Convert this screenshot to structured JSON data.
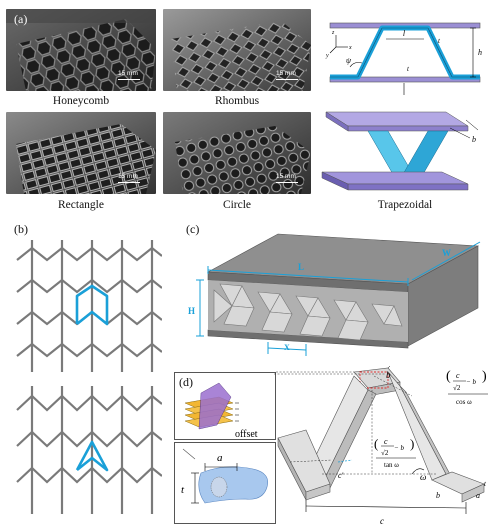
{
  "panels": {
    "a": "(a)",
    "b": "(b)",
    "c": "(c)",
    "d": "(d)"
  },
  "photos": [
    {
      "caption": "Honeycomb",
      "scale": "15 mm"
    },
    {
      "caption": "Rhombus",
      "scale": "15 mm"
    },
    {
      "caption": "Rectangle",
      "scale": "15 mm"
    },
    {
      "caption": "Circle",
      "scale": "15 mm"
    }
  ],
  "trapezoid": {
    "caption": "Trapezoidal",
    "labels": {
      "l": "l",
      "h": "h",
      "t": "t",
      "psi": "ψ",
      "tf": "t",
      "b": "b",
      "x": "x",
      "y": "y",
      "z": "z"
    }
  },
  "panel_c": {
    "L": "L",
    "W": "W",
    "H": "H",
    "X": "X"
  },
  "panel_d": {
    "offset": "offset",
    "a": "a",
    "t": "t",
    "b_top": "b",
    "c_bottom": "c",
    "c_prime": "c'",
    "omega": "ω",
    "b_bottom": "b",
    "a_bottom": "a",
    "t_bottom": "t",
    "formula1_num": "c",
    "formula1_den": "√2",
    "formula1_minus": "− b",
    "formula1_cos": "cos ω",
    "formula2_num": "c",
    "formula2_den": "√2",
    "formula2_minus": "− b",
    "formula2_tan": "tan ω"
  },
  "colors": {
    "blue": "#1aa0d8",
    "purple": "#9b8fd4",
    "gray_pattern": "#7a7a7a",
    "gray_box": "#9a9a9a"
  }
}
